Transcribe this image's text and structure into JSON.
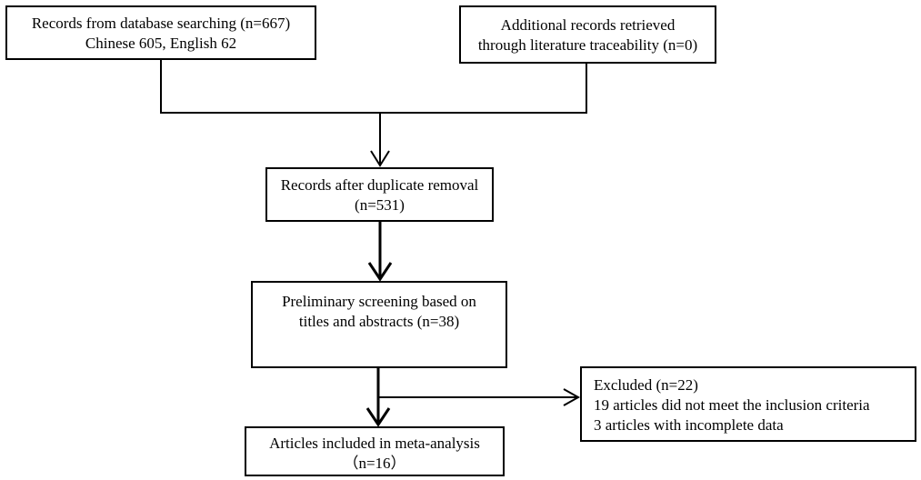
{
  "boxes": {
    "database": {
      "lines": [
        "Records from database searching (n=667)",
        "Chinese 605, English 62"
      ]
    },
    "additional": {
      "lines": [
        "Additional records retrieved",
        "through literature traceability (n=0)"
      ]
    },
    "duplicates": {
      "lines": [
        "Records after duplicate removal",
        "(n=531)"
      ]
    },
    "screening": {
      "lines": [
        "Preliminary screening based on",
        "titles and abstracts (n=38)"
      ]
    },
    "excluded": {
      "lines": [
        "Excluded (n=22)",
        "19 articles did not meet the inclusion criteria",
        "3 articles with incomplete data"
      ]
    },
    "included": {
      "lines": [
        "Articles included in meta-analysis",
        "（n=16）"
      ]
    }
  }
}
